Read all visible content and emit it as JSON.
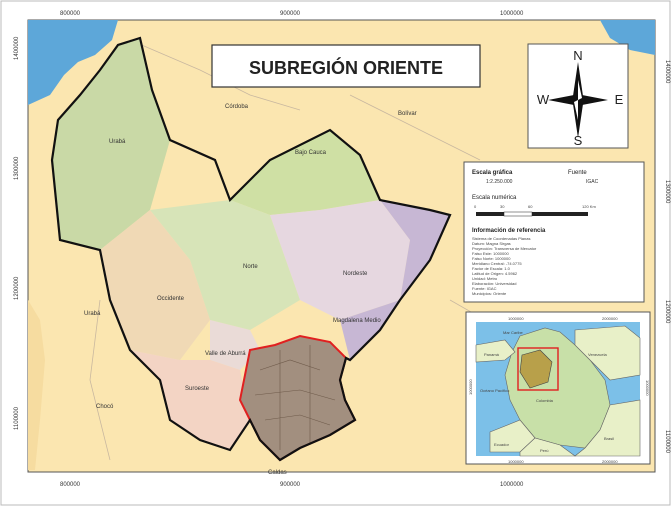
{
  "map": {
    "title": "SUBREGIÓN ORIENTE",
    "compass": {
      "n": "N",
      "s": "S",
      "e": "E",
      "w": "W"
    },
    "coords": {
      "top": [
        "800000",
        "900000",
        "1000000"
      ],
      "bottom": [
        "800000",
        "900000",
        "1000000"
      ],
      "left": [
        "1400000",
        "1300000",
        "1200000",
        "1100000"
      ],
      "right": [
        "1400000",
        "1300000",
        "1200000",
        "1100000"
      ]
    },
    "places": {
      "cordoba": "Córdoba",
      "bolivar": "Bolívar",
      "choco": "Chocó",
      "caldas": "Caldas",
      "uraba_label": "Urabá"
    },
    "subregions": {
      "uraba": "Urabá",
      "bajo_cauca": "Bajo Cauca",
      "norte": "Norte",
      "occidente": "Occidente",
      "nordeste": "Nordeste",
      "magdalena_medio": "Magdalena Medio",
      "valle_aburra": "Valle de Aburrá",
      "suroeste": "Suroeste",
      "uraba_west": "Urabá"
    },
    "legend": {
      "scale_title": "Escala gráfica",
      "scale_value": "1:2.250.000",
      "source_title": "Fuente",
      "source_value": "IGAC",
      "numeric_title": "Escala numérica",
      "ticks": [
        "0",
        "30",
        "60",
        "120 Km"
      ],
      "ref_title": "Información de referencia",
      "ref_lines": [
        "Sistema de Coordenadas Planas",
        "Datum: Magna Sirgas",
        "Proyección: Transversa de Mercator",
        "Falso Este: 1000000",
        "Falso Norte: 1000000",
        "Meridiano Central: -74.0775",
        "Factor de Escala: 1.0",
        "Latitud de Origen: 4.5962",
        "Unidad: Metro",
        "Elaboración: Universidad",
        "Fuente: IGAC",
        "Municipios: Oriente"
      ]
    },
    "inset": {
      "coords_top": [
        "1000000",
        "2000000"
      ],
      "coords_bottom": [
        "1000000",
        "2000000"
      ],
      "coords_left": [
        "1000000"
      ],
      "coords_right": [
        "1000000"
      ],
      "labels": {
        "mar_caribe": "Mar Caribe",
        "panama": "Panamá",
        "venezuela": "Venezuela",
        "oceano": "Océano Pacífico",
        "colombia": "Colombia",
        "ecuador": "Ecuador",
        "peru": "Perú",
        "brasil": "Brasil"
      }
    },
    "colors": {
      "sea": "#5da7d9",
      "land": "#fbe6b0",
      "oriente_border": "#e02020",
      "frame_border": "#555555"
    }
  }
}
